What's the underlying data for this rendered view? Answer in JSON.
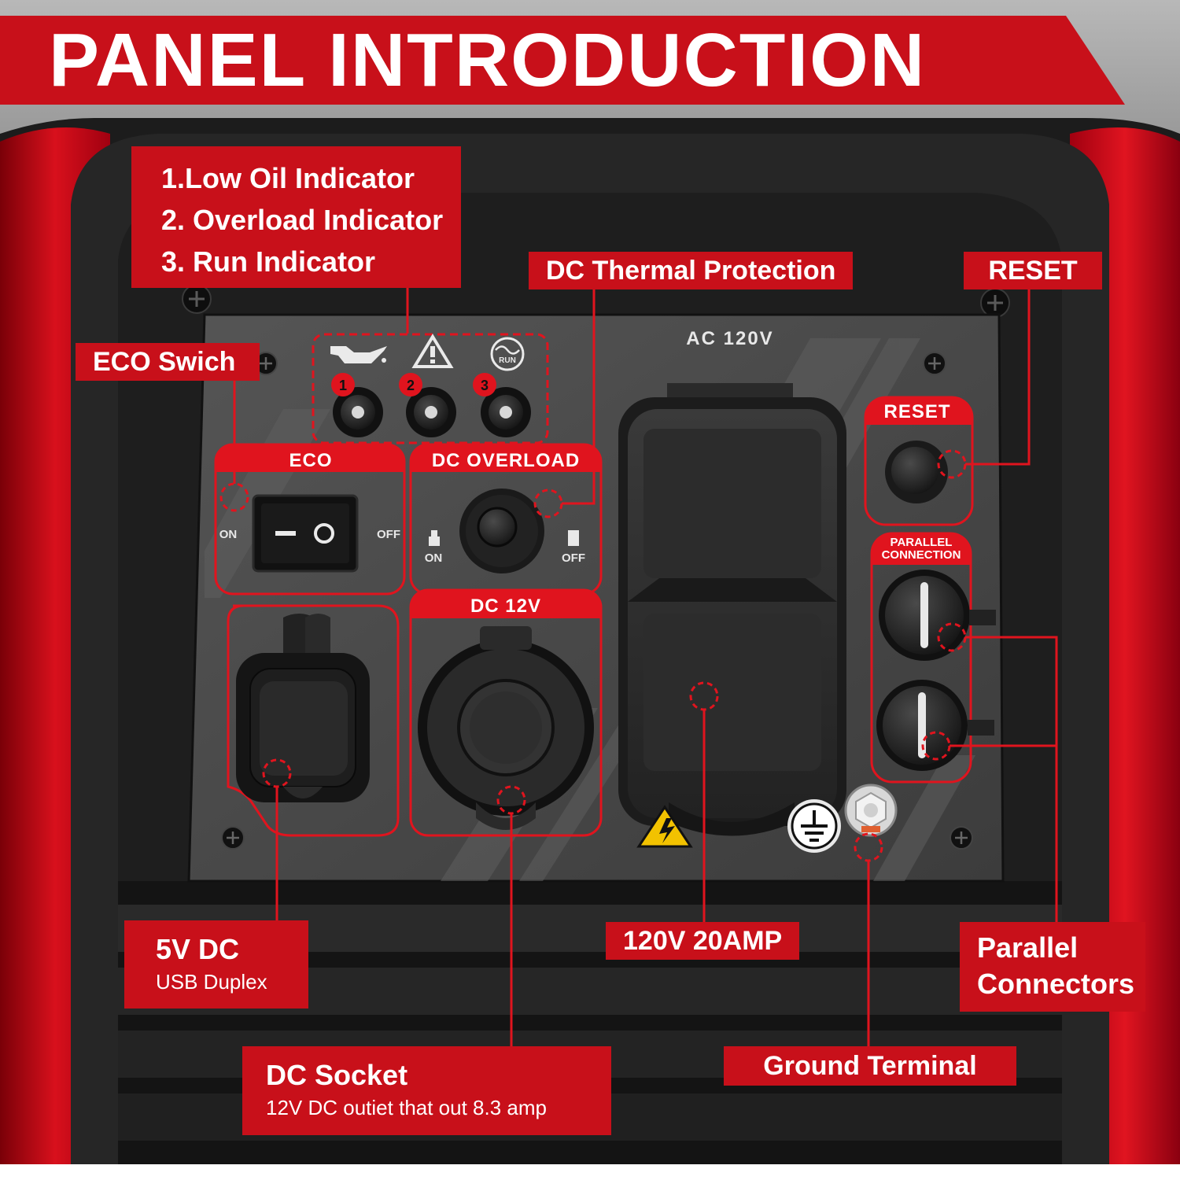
{
  "header": {
    "title": "PANEL INTRODUCTION"
  },
  "callouts": {
    "indicators": [
      "1.Low Oil Indicator",
      "2. Overload Indicator",
      "3. Run Indicator"
    ],
    "dc_thermal": "DC Thermal Protection",
    "reset": "RESET",
    "eco_switch": "ECO Swich",
    "usb_title": "5V DC",
    "usb_sub": "USB Duplex",
    "ac_outlet": "120V 20AMP",
    "parallel_line1": "Parallel",
    "parallel_line2": "Connectors",
    "dc_socket_title": "DC Socket",
    "dc_socket_sub": "12V DC outiet that out 8.3 amp",
    "ground": "Ground Terminal"
  },
  "panel": {
    "ac_label": "AC 120V",
    "eco_label": "ECO",
    "eco_on": "ON",
    "eco_off": "OFF",
    "dc_overload_label": "DC OVERLOAD",
    "dc_overload_on": "ON",
    "dc_overload_off": "OFF",
    "dc12_label": "DC 12V",
    "reset_label": "RESET",
    "parallel_label_1": "PARALLEL",
    "parallel_label_2": "CONNECTION",
    "indicator_numbers": [
      "1",
      "2",
      "3"
    ],
    "run_icon_text": "RUN"
  },
  "colors": {
    "accent_red": "#c8101a",
    "panel_gray": "#4a4a4a",
    "body_black": "#1a1a1a"
  }
}
